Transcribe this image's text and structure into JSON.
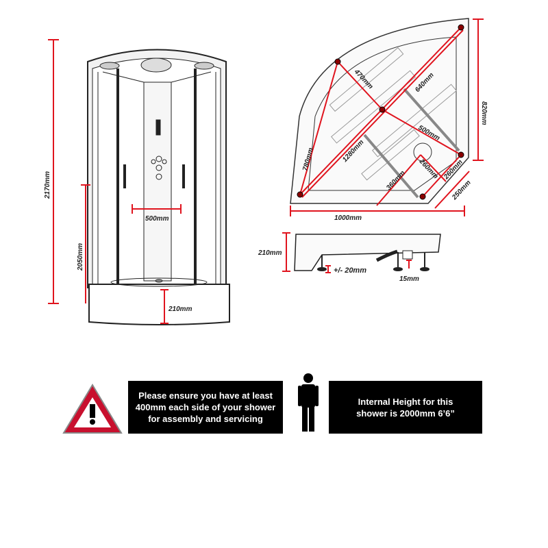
{
  "front_view": {
    "total_height": "2170mm",
    "door_height": "2050mm",
    "width_label": "500mm",
    "tray_height": "210mm"
  },
  "top_view": {
    "diag_short": "470mm",
    "diag_upper": "640mm",
    "center_to_corner": "500mm",
    "side": "780mm",
    "diag_long": "1280mm",
    "waste_a": "260mm",
    "waste_b": "260mm",
    "waste_offset": "360mm",
    "depth": "820mm",
    "front_edge": "250mm",
    "width": "1000mm"
  },
  "side_view": {
    "tray_height": "210mm",
    "leg_adjust": "+/- 20mm",
    "waste_clearance": "15mm"
  },
  "notices": {
    "assembly": "Please ensure you have at least 400mm each side of your shower for assembly and servicing",
    "internal_height": "Internal Height for this shower is 2000mm 6’6”"
  },
  "colors": {
    "dimension": "#e0141e",
    "notice_bg": "#000000"
  }
}
